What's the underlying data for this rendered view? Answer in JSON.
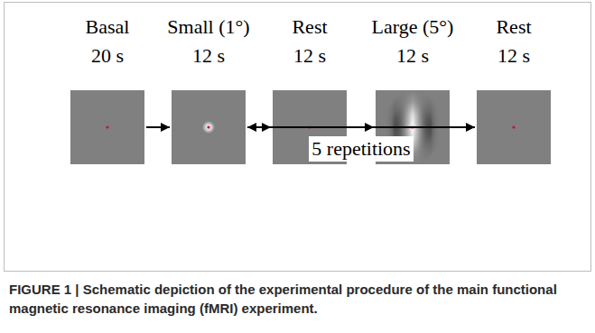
{
  "diagram": {
    "caption": "FIGURE 1 | Schematic depiction of the experimental procedure of the main functional magnetic resonance imaging (fMRI) experiment.",
    "nodes": [
      {
        "text": [
          "Basal",
          "20 s"
        ]
      },
      {
        "text": [
          "Small (1°)",
          "12 s"
        ]
      },
      {
        "text": [
          "Rest",
          "12 s"
        ]
      },
      {
        "text": [
          "Large (5°)",
          "12 s"
        ]
      },
      {
        "text": [
          "Rest",
          "12 s"
        ]
      }
    ],
    "edges": [
      {
        "from": 0,
        "to": 1,
        "arrow": "to"
      },
      {
        "from": 1,
        "to": 2,
        "arrow": "to"
      },
      {
        "from": 2,
        "to": 3,
        "arrow": "to"
      },
      {
        "from": 3,
        "to": 4,
        "arrow": "to"
      },
      {
        "from": 4,
        "to": 1,
        "label": "5 repetitions",
        "arrow": "to"
      }
    ]
  }
}
